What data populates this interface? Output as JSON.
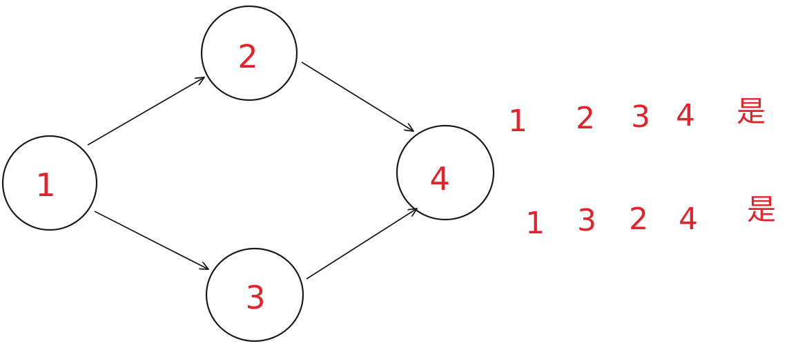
{
  "colors": {
    "stroke": "#1a1a1a",
    "label": "#e0242c",
    "background": "#ffffff"
  },
  "nodes": [
    {
      "id": "1",
      "label": "1"
    },
    {
      "id": "2",
      "label": "2"
    },
    {
      "id": "3",
      "label": "3"
    },
    {
      "id": "4",
      "label": "4"
    }
  ],
  "edges": [
    {
      "from": "1",
      "to": "2"
    },
    {
      "from": "1",
      "to": "3"
    },
    {
      "from": "2",
      "to": "4"
    },
    {
      "from": "3",
      "to": "4"
    }
  ],
  "sequences": [
    {
      "items": [
        "1",
        "2",
        "3",
        "4"
      ],
      "verdict": "是"
    },
    {
      "items": [
        "1",
        "3",
        "2",
        "4"
      ],
      "verdict": "是"
    }
  ]
}
